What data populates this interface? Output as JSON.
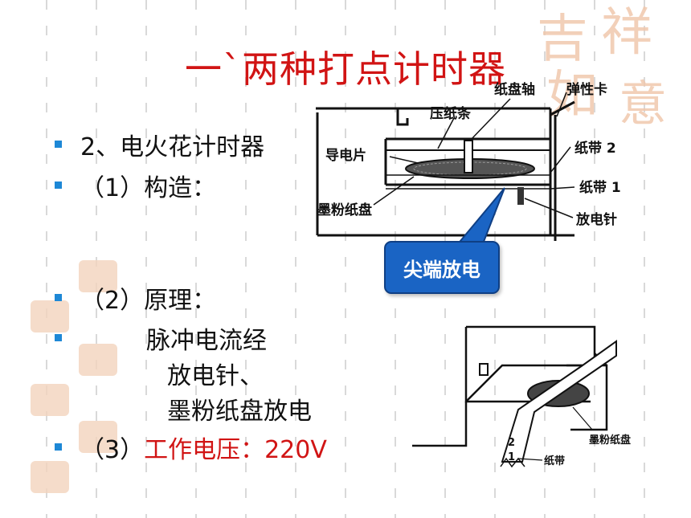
{
  "title": "一`两种打点计时器",
  "items": [
    {
      "text": "2、电火花计时器"
    },
    {
      "text": "（1）构造："
    },
    {
      "text": "（2）原理："
    },
    {
      "text": "脉冲电流经"
    },
    {
      "text": "放电针、"
    },
    {
      "text": "墨粉纸盘放电"
    },
    {
      "prefix": "（3）",
      "text": "工作电压：220V"
    }
  ],
  "figure_top": {
    "labels": {
      "paper_disc_axle": "纸盘轴",
      "spring_clip": "弹性卡",
      "press_strip": "压纸条",
      "conductive_plate": "导电片",
      "tape2": "纸带 2",
      "tape1": "纸带 1",
      "toner_disc": "墨粉纸盘",
      "discharge_needle": "放电针"
    },
    "callout": "尖端放电"
  },
  "figure_bottom": {
    "labels": {
      "toner_disc": "墨粉纸盘",
      "tape": "纸带",
      "n2": "2",
      "n1": "1"
    }
  },
  "watermark": {
    "chars": [
      "吉",
      "祥",
      "如",
      "意"
    ]
  },
  "colors": {
    "title": "#d11414",
    "bullet": "#1e88d6",
    "callout_bg": "#1a64c4",
    "seal": "#f0c8ad"
  }
}
